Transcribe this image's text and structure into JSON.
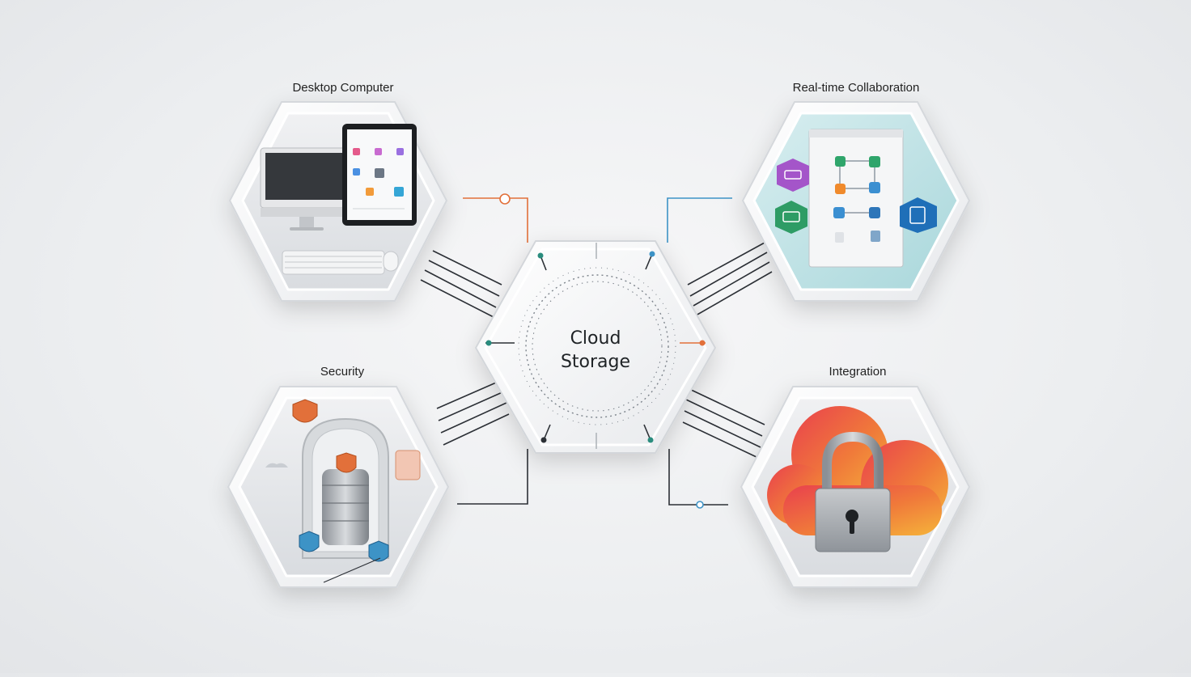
{
  "diagram": {
    "center": {
      "title_line1": "Cloud",
      "title_line2": "Storage"
    },
    "nodes": [
      {
        "id": "desktop",
        "label": "Desktop Computer",
        "icon": "desktop-tablet-icon"
      },
      {
        "id": "collab",
        "label": "Real-time Collaboration",
        "icon": "collaboration-screen-icon"
      },
      {
        "id": "security",
        "label": "Security",
        "icon": "server-vault-icon"
      },
      {
        "id": "integration",
        "label": "Integration",
        "icon": "cloud-padlock-icon"
      }
    ]
  },
  "colors": {
    "accent_orange": "#e2703a",
    "accent_blue": "#3d93c6",
    "accent_teal": "#2a8c7e",
    "cloud_red": "#e34f4f",
    "cloud_orange": "#f2a53a",
    "collab_bg": "#bfe3e6",
    "line_dark": "#2c3036"
  }
}
